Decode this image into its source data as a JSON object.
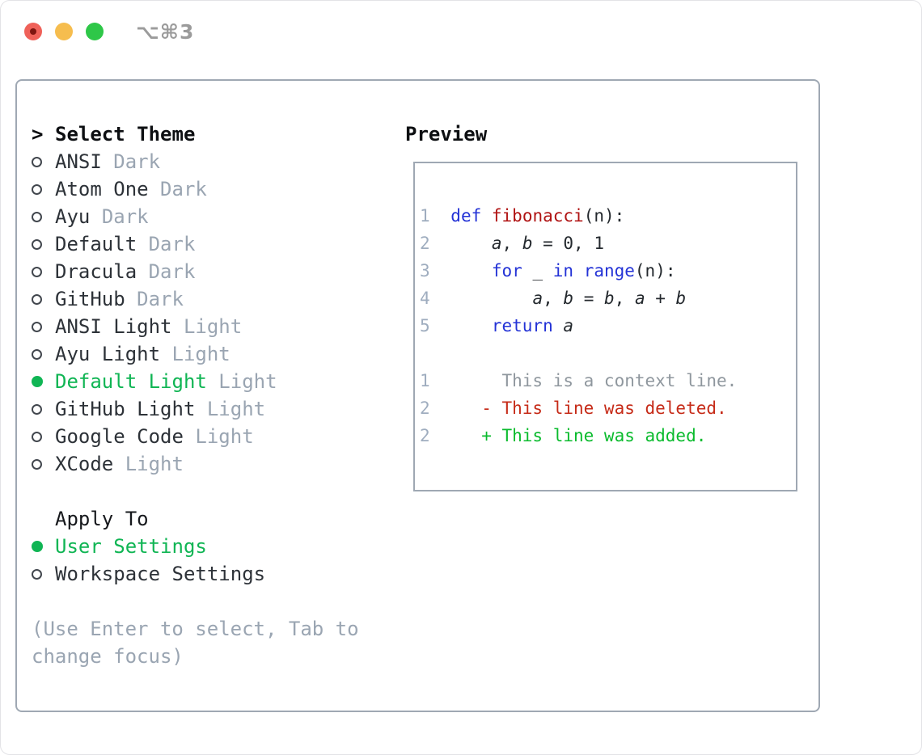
{
  "window": {
    "title": "⌥⌘3"
  },
  "titlebar": {
    "buttons": [
      {
        "name": "close",
        "color": "#ef6159",
        "has_unsaved_dot": true
      },
      {
        "name": "minimize",
        "color": "#f6bd4e"
      },
      {
        "name": "zoom",
        "color": "#2ec748"
      }
    ]
  },
  "theme_selector": {
    "prompt": ">",
    "title": "Select Theme",
    "items": [
      {
        "name": "ANSI",
        "variant": "Dark",
        "selected": false
      },
      {
        "name": "Atom One",
        "variant": "Dark",
        "selected": false
      },
      {
        "name": "Ayu",
        "variant": "Dark",
        "selected": false
      },
      {
        "name": "Default",
        "variant": "Dark",
        "selected": false
      },
      {
        "name": "Dracula",
        "variant": "Dark",
        "selected": false
      },
      {
        "name": "GitHub",
        "variant": "Dark",
        "selected": false
      },
      {
        "name": "ANSI Light",
        "variant": "Light",
        "selected": false
      },
      {
        "name": "Ayu Light",
        "variant": "Light",
        "selected": false
      },
      {
        "name": "Default Light",
        "variant": "Light",
        "selected": true
      },
      {
        "name": "GitHub Light",
        "variant": "Light",
        "selected": false
      },
      {
        "name": "Google Code",
        "variant": "Light",
        "selected": false
      },
      {
        "name": "XCode",
        "variant": "Light",
        "selected": false
      }
    ]
  },
  "apply_to": {
    "title": "Apply To",
    "options": [
      {
        "label": "User Settings",
        "selected": true
      },
      {
        "label": "Workspace Settings",
        "selected": false
      }
    ]
  },
  "help": {
    "lines": [
      "(Use Enter to select, Tab to",
      "change focus)"
    ]
  },
  "preview": {
    "title": "Preview",
    "code_lines": [
      {
        "num": "1",
        "segments": [
          {
            "t": "  ",
            "c": "pl"
          },
          {
            "t": "def",
            "c": "kw"
          },
          {
            "t": " ",
            "c": "pl"
          },
          {
            "t": "fibonacci",
            "c": "fn"
          },
          {
            "t": "(n):",
            "c": "pl"
          }
        ]
      },
      {
        "num": "2",
        "segments": [
          {
            "t": "      ",
            "c": "pl"
          },
          {
            "t": "a",
            "c": "vr"
          },
          {
            "t": ", ",
            "c": "pl"
          },
          {
            "t": "b",
            "c": "vr"
          },
          {
            "t": " = 0, 1",
            "c": "pl"
          }
        ]
      },
      {
        "num": "3",
        "segments": [
          {
            "t": "      ",
            "c": "pl"
          },
          {
            "t": "for",
            "c": "kw"
          },
          {
            "t": " _ ",
            "c": "pl"
          },
          {
            "t": "in",
            "c": "kw"
          },
          {
            "t": " ",
            "c": "pl"
          },
          {
            "t": "range",
            "c": "kw"
          },
          {
            "t": "(n):",
            "c": "pl"
          }
        ]
      },
      {
        "num": "4",
        "segments": [
          {
            "t": "          ",
            "c": "pl"
          },
          {
            "t": "a",
            "c": "vr"
          },
          {
            "t": ", ",
            "c": "pl"
          },
          {
            "t": "b",
            "c": "vr"
          },
          {
            "t": " = ",
            "c": "pl"
          },
          {
            "t": "b",
            "c": "vr"
          },
          {
            "t": ", ",
            "c": "pl"
          },
          {
            "t": "a",
            "c": "vr"
          },
          {
            "t": " + ",
            "c": "pl"
          },
          {
            "t": "b",
            "c": "vr"
          }
        ]
      },
      {
        "num": "5",
        "segments": [
          {
            "t": "      ",
            "c": "pl"
          },
          {
            "t": "return",
            "c": "kw"
          },
          {
            "t": " ",
            "c": "pl"
          },
          {
            "t": "a",
            "c": "vr"
          }
        ]
      },
      {
        "num": "",
        "segments": []
      },
      {
        "num": "1",
        "segments": [
          {
            "t": "       This is a context line.",
            "c": "ctx"
          }
        ]
      },
      {
        "num": "2",
        "segments": [
          {
            "t": "     - This line was deleted.",
            "c": "del"
          }
        ]
      },
      {
        "num": "2",
        "segments": [
          {
            "t": "     + This line was added.",
            "c": "add"
          }
        ]
      }
    ]
  },
  "colors": {
    "selected_green": "#10b554",
    "added_green": "#0abb2d",
    "deleted_red": "#c62b18",
    "keyword_blue": "#2433d6",
    "function_red": "#b01313",
    "text_ink": "#2d3238",
    "muted_gray": "#9aa5b2",
    "line_number_gray": "#9fadbf",
    "context_gray": "#8f979e",
    "panel_border": "#9fa8b3"
  }
}
